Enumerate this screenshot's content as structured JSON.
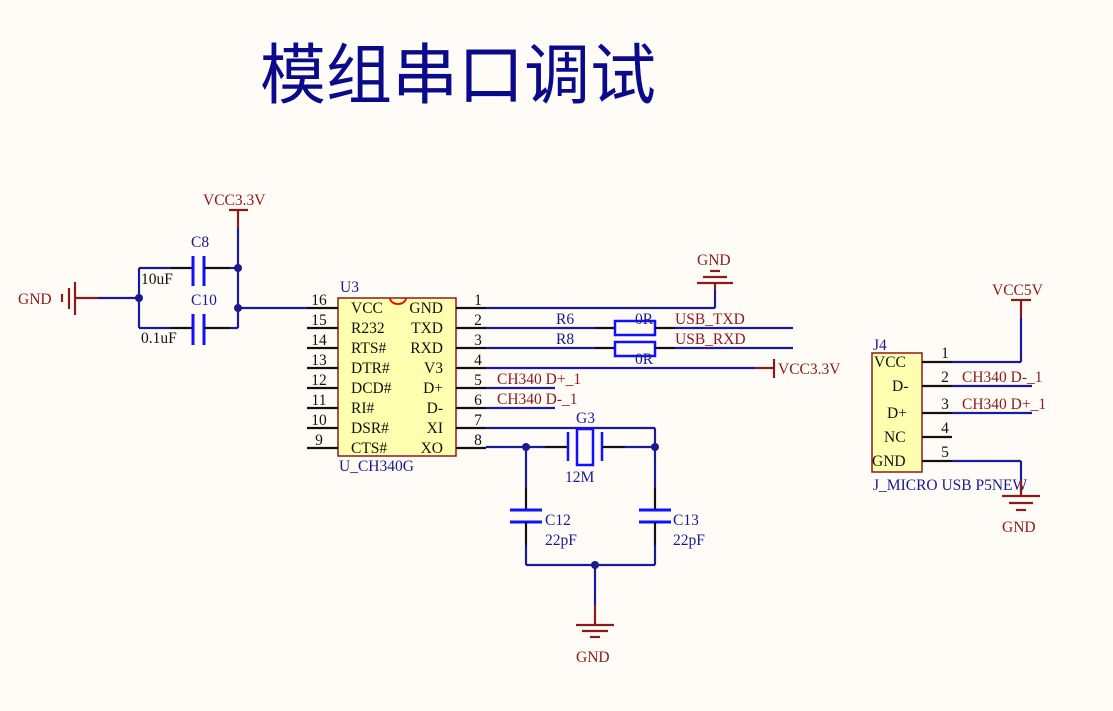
{
  "title": "模组串口调试",
  "power": {
    "vcc33_top": "VCC3.3V",
    "vcc33_right": "VCC3.3V",
    "vcc5v": "VCC5V",
    "gnd_left": "GND",
    "gnd_top": "GND",
    "gnd_bottom": "GND",
    "gnd_j4": "GND"
  },
  "caps": {
    "c8": {
      "ref": "C8",
      "value": "10uF"
    },
    "c10": {
      "ref": "C10",
      "value": "0.1uF"
    },
    "c12": {
      "ref": "C12",
      "value": "22pF"
    },
    "c13": {
      "ref": "C13",
      "value": "22pF"
    }
  },
  "crystal": {
    "ref": "G3",
    "value": "12M"
  },
  "resistors": {
    "r6": {
      "ref": "R6",
      "value": "0R"
    },
    "r8": {
      "ref": "R8",
      "value": "0R"
    }
  },
  "u3": {
    "ref": "U3",
    "part": "U_CH340G",
    "left_pins": [
      {
        "num": "16",
        "name": "VCC"
      },
      {
        "num": "15",
        "name": "R232"
      },
      {
        "num": "14",
        "name": "RTS#"
      },
      {
        "num": "13",
        "name": "DTR#"
      },
      {
        "num": "12",
        "name": "DCD#"
      },
      {
        "num": "11",
        "name": "RI#"
      },
      {
        "num": "10",
        "name": "DSR#"
      },
      {
        "num": "9",
        "name": "CTS#"
      }
    ],
    "right_pins": [
      {
        "num": "1",
        "name": "GND"
      },
      {
        "num": "2",
        "name": "TXD"
      },
      {
        "num": "3",
        "name": "RXD"
      },
      {
        "num": "4",
        "name": "V3"
      },
      {
        "num": "5",
        "name": "D+"
      },
      {
        "num": "6",
        "name": "D-"
      },
      {
        "num": "7",
        "name": "XI"
      },
      {
        "num": "8",
        "name": "XO"
      }
    ]
  },
  "nets": {
    "usb_txd": "USB_TXD",
    "usb_rxd": "USB_RXD",
    "u3_dp": "CH340 D+_1",
    "u3_dm": "CH340 D-_1",
    "j4_dm": "CH340 D-_1",
    "j4_dp": "CH340 D+_1"
  },
  "j4": {
    "ref": "J4",
    "part": "J_MICRO USB P5NEW",
    "pins": [
      {
        "num": "1",
        "name": "VCC"
      },
      {
        "num": "2",
        "name": "D-"
      },
      {
        "num": "3",
        "name": "D+"
      },
      {
        "num": "4",
        "name": "NC"
      },
      {
        "num": "5",
        "name": "GND"
      }
    ]
  }
}
